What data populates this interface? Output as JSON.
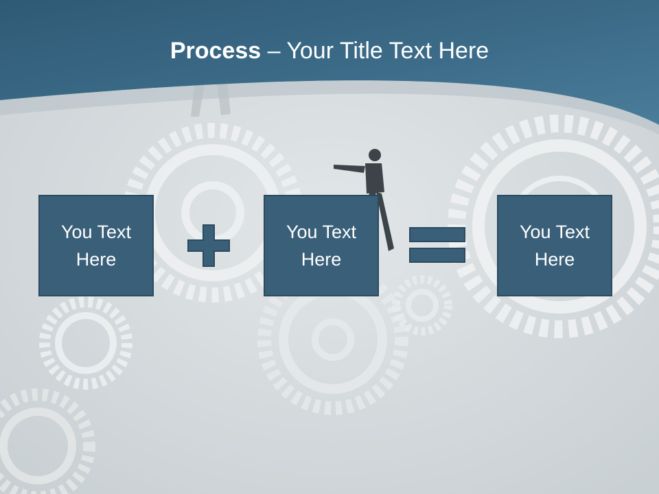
{
  "title": {
    "bold": "Process",
    "dash": " – ",
    "rest": "Your Title Text Here"
  },
  "boxes": [
    {
      "text": "You Text Here"
    },
    {
      "text": "You Text Here"
    },
    {
      "text": "You Text Here"
    }
  ],
  "operators": [
    "plus-icon",
    "equals-icon"
  ],
  "colors": {
    "header": "#3e6e8c",
    "box_fill": "#3a5f79",
    "box_border": "#2b4a5f",
    "background": "#d7dcde"
  }
}
